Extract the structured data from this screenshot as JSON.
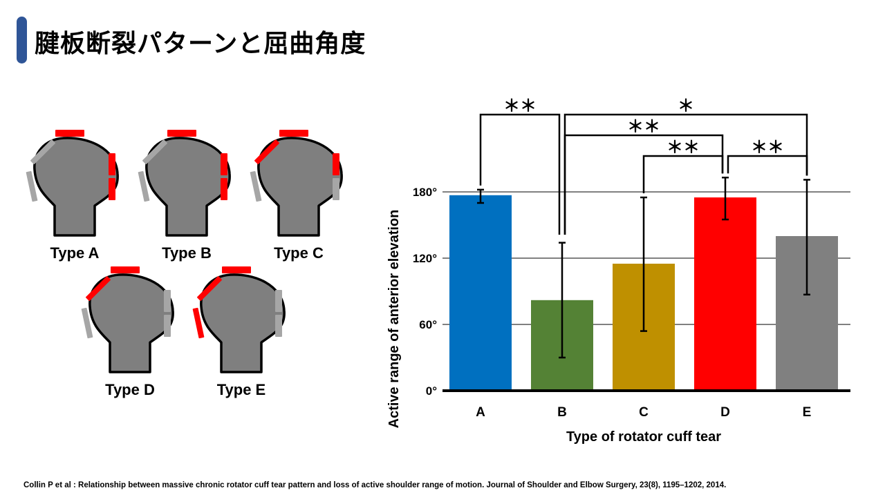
{
  "title": "腱板断裂パターンと屈曲角度",
  "citation": "Collin P et al : Relationship between massive chronic rotator cuff tear pattern and loss of active shoulder range of motion. Journal of Shoulder and Elbow Surgery, 23(8), 1195–1202, 2014.",
  "diagram": {
    "types": [
      {
        "label": "Type A",
        "torn": [
          "top",
          "post1",
          "post2"
        ],
        "intact": [
          "ant1",
          "ant2"
        ]
      },
      {
        "label": "Type B",
        "torn": [
          "top",
          "post1",
          "post2"
        ],
        "intact": [
          "ant1",
          "ant2"
        ]
      },
      {
        "label": "Type C",
        "torn": [
          "top",
          "ant1",
          "post1"
        ],
        "intact": [
          "ant2",
          "post2"
        ]
      },
      {
        "label": "Type D",
        "torn": [
          "top",
          "ant1"
        ],
        "intact": [
          "ant2",
          "post1",
          "post2"
        ]
      },
      {
        "label": "Type E",
        "torn": [
          "top",
          "ant1",
          "ant2"
        ],
        "intact": [
          "post1",
          "post2"
        ]
      }
    ],
    "colors": {
      "torn": "#ff0000",
      "intact": "#a6a6a6",
      "bone": "#7f7f7f"
    }
  },
  "chart_data": {
    "type": "bar",
    "categories": [
      "A",
      "B",
      "C",
      "D",
      "E"
    ],
    "values": [
      177,
      82,
      115,
      175,
      140
    ],
    "error_low": [
      170,
      30,
      54,
      155,
      87
    ],
    "error_high": [
      182,
      134,
      175,
      193,
      191
    ],
    "colors": [
      "#0070c0",
      "#548235",
      "#bf9000",
      "#ff0000",
      "#808080"
    ],
    "ylim": [
      0,
      180
    ],
    "yticks": [
      0,
      60,
      120,
      180
    ],
    "ytick_labels": [
      "0°",
      "60°",
      "120°",
      "180°"
    ],
    "ylabel": "Active range of anterior elevation",
    "xlabel": "Type of rotator cuff tear",
    "grid": true,
    "significance": [
      {
        "from": "A",
        "to": "B",
        "label": "＊＊"
      },
      {
        "from": "B",
        "to": "E",
        "label": "＊"
      },
      {
        "from": "B",
        "to": "D",
        "label": "＊＊"
      },
      {
        "from": "C",
        "to": "D",
        "label": "＊＊"
      },
      {
        "from": "D",
        "to": "E",
        "label": "＊＊"
      }
    ]
  }
}
